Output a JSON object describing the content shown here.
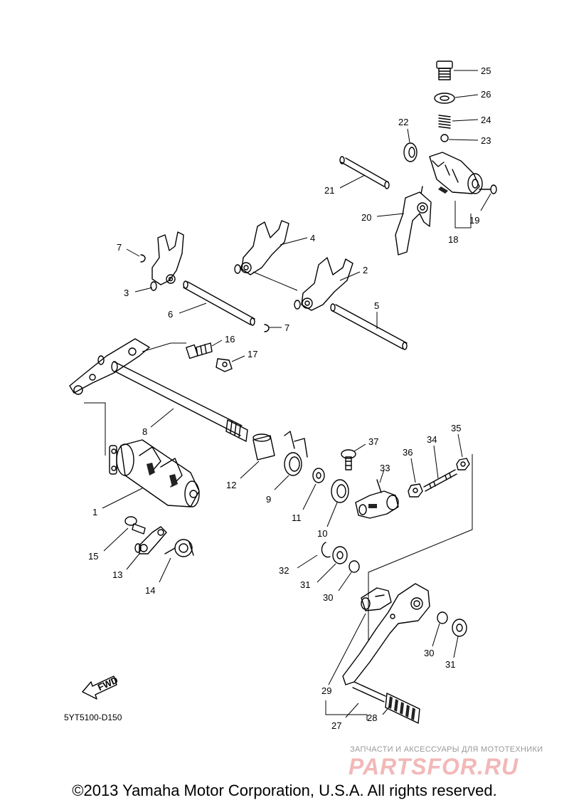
{
  "diagram_code": "5YT5100-D150",
  "direction_label": "FWD",
  "copyright": "©2013 Yamaha Motor Corporation, U.S.A. All rights reserved.",
  "watermark": {
    "tagline": "ЗАПЧАСТИ И АКСЕССУАРЫ ДЛЯ МОТОТЕХНИКИ",
    "brand": "PARTSFOR.RU"
  },
  "callouts": {
    "c1": "1",
    "c2": "2",
    "c3": "3",
    "c4": "4",
    "c5": "5",
    "c6": "6",
    "c7a": "7",
    "c7b": "7",
    "c8": "8",
    "c9": "9",
    "c10": "10",
    "c11": "11",
    "c12": "12",
    "c13": "13",
    "c14": "14",
    "c15": "15",
    "c16": "16",
    "c17": "17",
    "c18": "18",
    "c19": "19",
    "c20": "20",
    "c21": "21",
    "c22": "22",
    "c23": "23",
    "c24": "24",
    "c25": "25",
    "c26": "26",
    "c27": "27",
    "c28": "28",
    "c29": "29",
    "c30a": "30",
    "c30b": "30",
    "c31a": "31",
    "c31b": "31",
    "c32": "32",
    "c33": "33",
    "c34": "34",
    "c35": "35",
    "c36": "36",
    "c37": "37"
  }
}
